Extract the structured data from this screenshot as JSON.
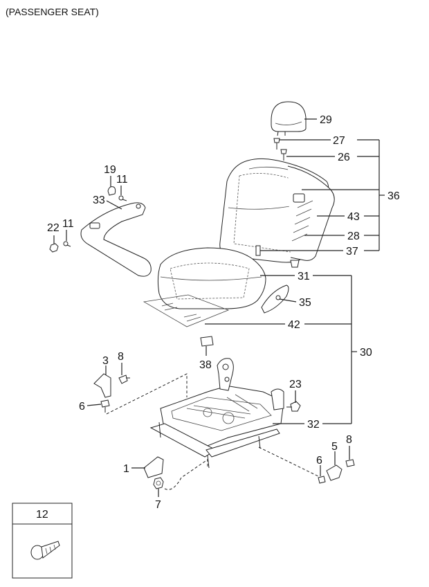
{
  "title": "(PASSENGER SEAT)",
  "labels": {
    "p1": "1",
    "p3": "3",
    "p5": "5",
    "p6a": "6",
    "p6b": "6",
    "p7": "7",
    "p8a": "8",
    "p8b": "8",
    "p11a": "11",
    "p11b": "11",
    "p12": "12",
    "p19": "19",
    "p22": "22",
    "p23": "23",
    "p26": "26",
    "p27": "27",
    "p28": "28",
    "p29": "29",
    "p30": "30",
    "p31": "31",
    "p32": "32",
    "p33": "33",
    "p35": "35",
    "p36": "36",
    "p37": "37",
    "p38": "38",
    "p42": "42",
    "p43": "43"
  }
}
